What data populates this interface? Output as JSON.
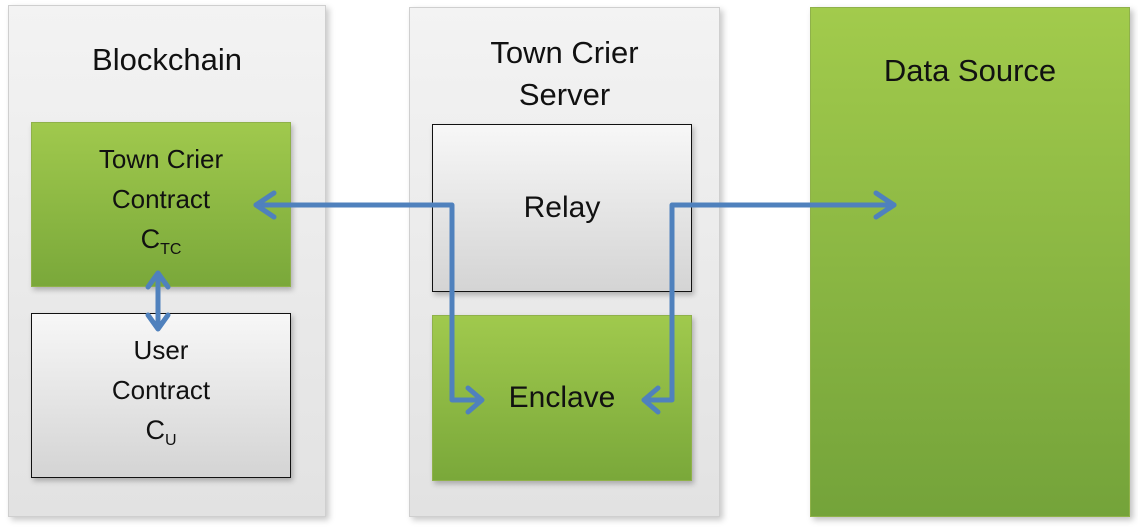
{
  "blockchain": {
    "title": "Blockchain",
    "tc_contract": {
      "line1": "Town Crier",
      "line2": "Contract",
      "symbol": "C",
      "subscript": "TC"
    },
    "user_contract": {
      "line1": "User",
      "line2": "Contract",
      "symbol": "C",
      "subscript": "U"
    }
  },
  "server": {
    "title_line1": "Town Crier",
    "title_line2": "Server",
    "relay": "Relay",
    "enclave": "Enclave"
  },
  "data_source": {
    "title": "Data Source"
  },
  "colors": {
    "arrow": "#4f81bd",
    "green": "#92c047",
    "panel_gray": "#e6e6e6"
  }
}
